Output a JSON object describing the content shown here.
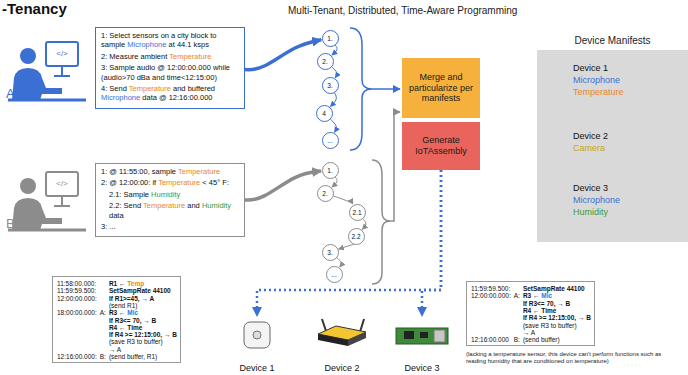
{
  "diagram": {
    "title": "-Tenancy",
    "nodes": [
      {
        "text": [
          "1: Select sensors on a city block to sample Microphone at 44.1 ksps",
          "2: Measure ambient Temperature",
          "3: Sample audio @ 12:00:00.000 while (audio>70 dBa and time<12:15:00)",
          "4: Send Temperature and buffered Microphone data @ 12:16:00.000"
        ]
      },
      {
        "text": [
          "1: @ 11:55:00, sample Temperature",
          "2: @ 12:00:00: if Temperature < 45° F:",
          "2.1: Sample Humidity",
          "2.2: Send Temperature and Humidity data",
          "3: ..."
        ]
      },
      {
        "text": [
          "1."
        ]
      },
      {
        "text": [
          "2."
        ]
      },
      {
        "text": [
          "3."
        ]
      },
      {
        "text": [
          "4"
        ]
      },
      {
        "text": [
          "..."
        ]
      },
      {
        "text": [
          "1."
        ]
      },
      {
        "text": [
          "2."
        ]
      },
      {
        "text": [
          "2.1"
        ]
      },
      {
        "text": [
          "2.2"
        ]
      },
      {
        "text": [
          "3."
        ]
      },
      {
        "text": [
          "..."
        ]
      },
      {
        "text": [
          "Merge and particularize per manifests"
        ]
      },
      {
        "text": [
          "Generate IoTAssembly"
        ]
      },
      {
        "text": [
          "Device Manifests"
        ]
      },
      {
        "text": [
          "Device 1",
          "Microphone",
          "Temperature"
        ],
        "in": 15
      },
      {
        "text": [
          "Device 2",
          "Camera"
        ],
        "in": 15
      },
      {
        "text": [
          "Device 3",
          "Microphone",
          "Humidity"
        ],
        "in": 15
      },
      {
        "text": [
          "11:58:00.000:",
          "R1 ← Temp",
          "11:59:59.500:",
          "SetSampRate 44100",
          "12:00:00.000:",
          "If R1>=45, → A",
          "(send R1)",
          "18:00:00.000:",
          "A:",
          "R3 ← Mic",
          "If R3<= 70, → B",
          "R4 ← Time",
          "If R4 >= 12:15:00, → B",
          "(save R3 to buffer)",
          "→ A",
          "12:16:00.000:",
          "B:",
          "(send buffer, R1)"
        ]
      },
      {
        "text": [
          "11:59:59.500:",
          "SetSampRate 44100",
          "12:00:00.000:",
          "A:",
          "R3 ← Mic",
          "If R3<= 70, → B",
          "R4 ← Time",
          "If R4 >= 12:15:00, → B",
          "(save R3 to buffer)",
          "→ A",
          "12:16:00.000",
          "B:",
          "(send buffer)"
        ]
      },
      {
        "text": [
          "Device 1"
        ]
      },
      {
        "text": [
          "Device 2"
        ]
      },
      {
        "text": [
          "Device 3"
        ]
      }
    ],
    "edges": [
      {
        "from": 0,
        "to": 2,
        "arrow": "to"
      },
      {
        "from": 1,
        "to": 7,
        "arrow": "to"
      },
      {
        "from": 2,
        "to": 3,
        "arrow": "to"
      },
      {
        "from": 3,
        "to": 4,
        "arrow": "to"
      },
      {
        "from": 4,
        "to": 5,
        "arrow": "to"
      },
      {
        "from": 5,
        "to": 6,
        "arrow": "to"
      },
      {
        "from": 7,
        "to": 8,
        "arrow": "to"
      },
      {
        "from": 8,
        "to": 9,
        "arrow": "to"
      },
      {
        "from": 9,
        "to": 10,
        "arrow": "to"
      },
      {
        "from": 10,
        "to": 11,
        "arrow": "to"
      },
      {
        "from": 11,
        "to": 12,
        "arrow": "to"
      },
      {
        "from": 14,
        "to": 21,
        "arrow": "to"
      },
      {
        "from": 14,
        "to": 23,
        "arrow": "to"
      }
    ],
    "labels": [
      "Multi-Tenant, Distributed, Time-Aware Programming",
      "A",
      "B",
      "</>",
      "</>",
      "(lacking a temperature sensor, this device can't perform functions such as reading humidity that are conditioned on temperature)"
    ]
  }
}
